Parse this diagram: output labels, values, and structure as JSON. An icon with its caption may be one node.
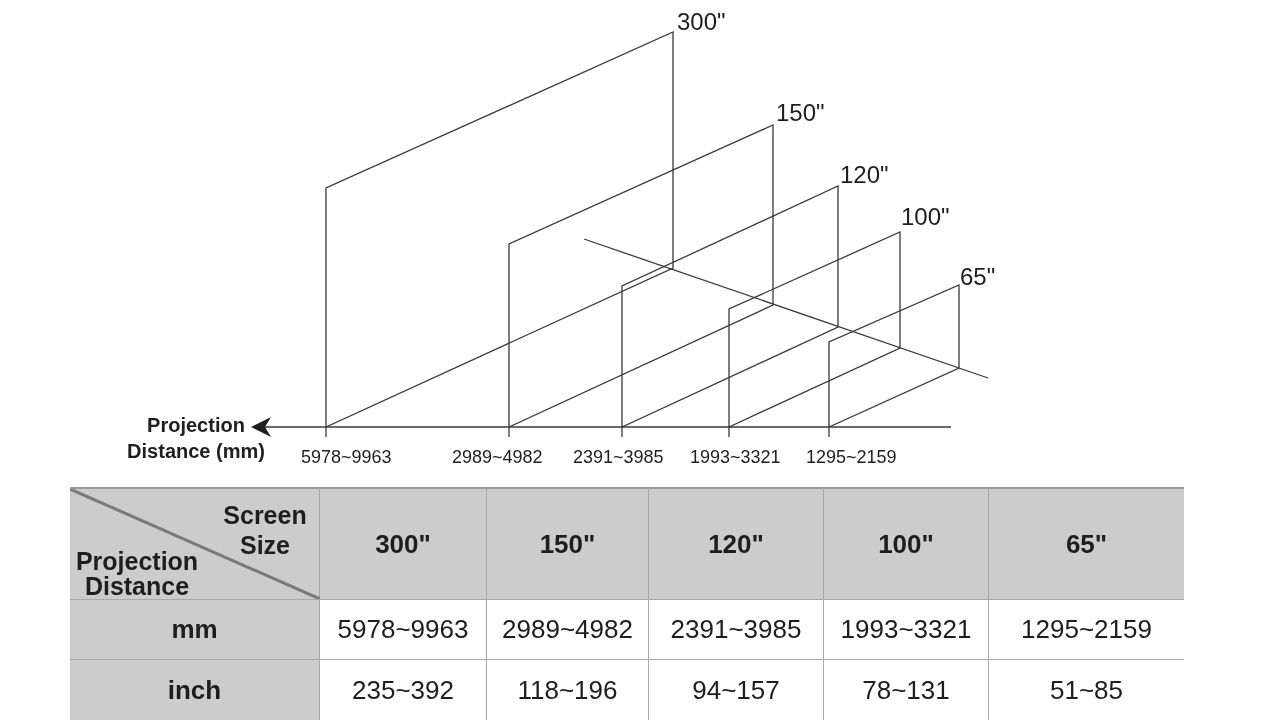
{
  "diagram": {
    "labels": [
      "300\"",
      "150\"",
      "120\"",
      "100\"",
      "65\"",
      "Projection Distance (mm)",
      "5978~9963",
      "2989~4982",
      "2391~3985",
      "1993~3321",
      "1295~2159",
      "Screen Size",
      "Projection Distance",
      "300\"",
      "150\"",
      "120\"",
      "100\"",
      "65\"",
      "mm",
      "5978~9963",
      "2989~4982",
      "2391~3985",
      "1993~3321",
      "1295~2159",
      "inch",
      "235~392",
      "118~196",
      "94~157",
      "78~131",
      "51~85"
    ]
  }
}
